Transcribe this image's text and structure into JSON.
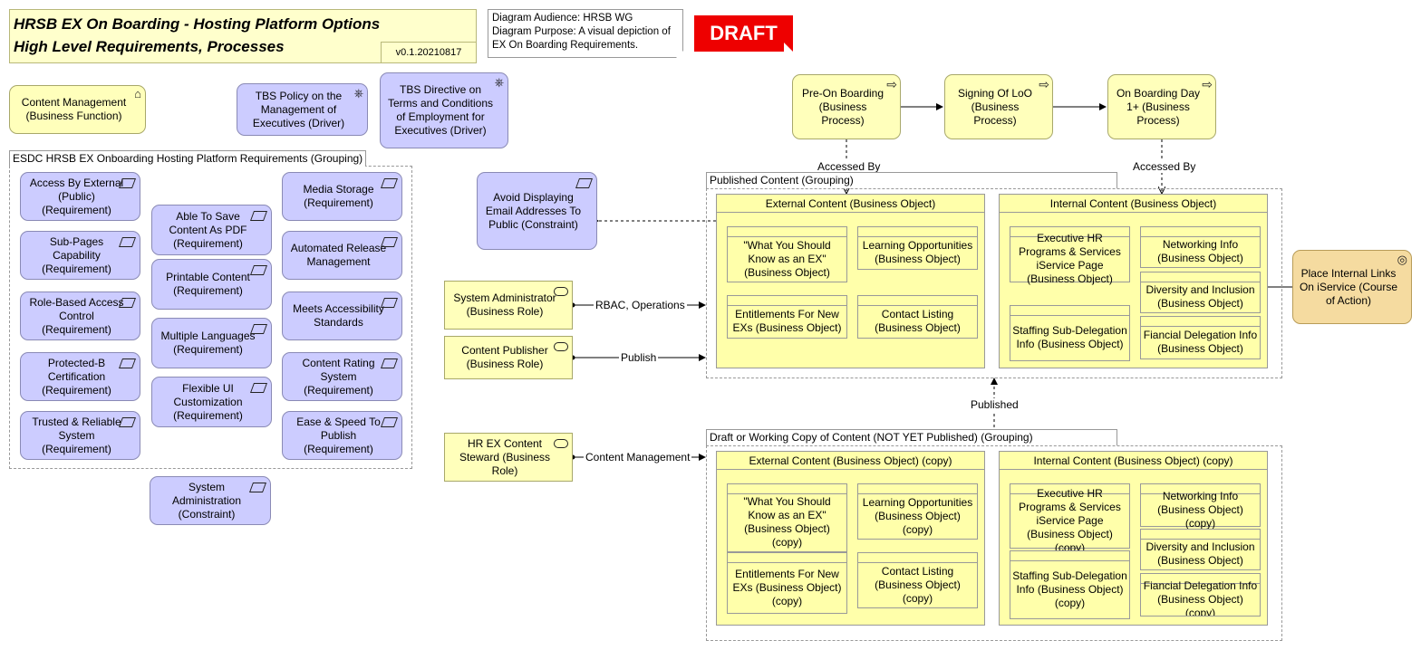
{
  "title": {
    "line1": "HRSB EX On Boarding - Hosting Platform Options",
    "line2": "High Level Requirements, Processes",
    "version": "v0.1.20210817"
  },
  "note": {
    "line1": "Diagram Audience: HRSB WG",
    "line2": "Diagram Purpose: A visual depiction of",
    "line3": "EX On Boarding Requirements."
  },
  "draft": "DRAFT",
  "top_nodes": {
    "content_mgmt": "Content Management (Business Function)",
    "tbs_policy": "TBS Policy on the Management of Executives (Driver)",
    "tbs_directive": "TBS Directive on Terms and Conditions of Employment for Executives (Driver)"
  },
  "req_group": {
    "label": "ESDC HRSB EX Onboarding Hosting Platform Requirements (Grouping)",
    "col1": [
      "Access By External (Public) (Requirement)",
      "Sub-Pages Capability (Requirement)",
      "Role-Based Access Control (Requirement)",
      "Protected-B Certification (Requirement)",
      "Trusted & Reliable System (Requirement)"
    ],
    "col2": [
      "Able To Save Content As PDF (Requirement)",
      "Printable Content (Requirement)",
      "Multiple Languages (Requirement)",
      "Flexible UI Customization (Requirement)"
    ],
    "col3": [
      "Media Storage (Requirement)",
      "Automated Release Management",
      "Meets Accessibility Standards",
      "Content Rating System (Requirement)",
      "Ease & Speed To Publish (Requirement)"
    ]
  },
  "system_admin_constraint": "System Administration (Constraint)",
  "avoid_email": "Avoid Displaying Email Addresses To Public (Constraint)",
  "processes": [
    "Pre-On Boarding (Business Process)",
    "Signing Of LoO (Business Process)",
    "On Boarding Day 1+ (Business Process)"
  ],
  "accessed_by": "Accessed By",
  "roles": {
    "sysadmin": "System Administrator (Business Role)",
    "publisher": "Content Publisher (Business Role)",
    "steward": "HR EX Content Steward (Business Role)"
  },
  "edge_labels": {
    "rbac": "RBAC, Operations",
    "publish": "Publish",
    "content_mgmt": "Content Management",
    "published": "Published"
  },
  "published_group": {
    "label": "Published Content (Grouping)",
    "external": {
      "title": "External Content (Business Object)",
      "items": [
        "\"What You Should Know as an EX\" (Business Object)",
        "Learning Opportunities (Business Object)",
        "Entitlements For New EXs (Business Object)",
        "Contact Listing (Business Object)"
      ]
    },
    "internal": {
      "title": "Internal Content (Business Object)",
      "items": [
        "Executive HR Programs & Services iService Page (Business Object)",
        "Networking Info (Business Object)",
        "Diversity and Inclusion (Business Object)",
        "Staffing Sub-Delegation Info (Business Object)",
        "Fiancial Delegation Info (Business Object)"
      ]
    }
  },
  "draft_group": {
    "label": "Draft or Working Copy of Content (NOT YET Published) (Grouping)",
    "external": {
      "title": "External Content (Business Object) (copy)",
      "items": [
        "\"What You Should Know as an EX\" (Business Object) (copy)",
        "Learning Opportunities (Business Object) (copy)",
        "Entitlements For New EXs (Business Object) (copy)",
        "Contact Listing (Business Object) (copy)"
      ]
    },
    "internal": {
      "title": "Internal Content (Business Object) (copy)",
      "items": [
        "Executive HR Programs & Services iService Page (Business Object) (copy)",
        "Networking Info (Business Object) (copy)",
        "Diversity and Inclusion (Business Object)",
        "Staffing Sub-Delegation Info (Business Object) (copy)",
        "Fiancial Delegation Info (Business Object) (copy)"
      ]
    }
  },
  "course_of_action": "Place Internal Links On iService (Course of Action)"
}
